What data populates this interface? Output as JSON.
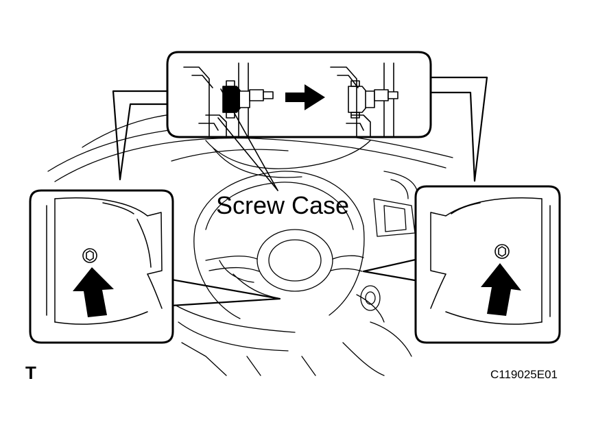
{
  "labels": {
    "callout": "Screw Case",
    "figure_code": "C119025E01",
    "corner_tag": "T"
  },
  "colors": {
    "ink": "#000000",
    "paper": "#ffffff"
  },
  "icons": {
    "move_direction": "right-arrow-icon",
    "screw_location": "up-arrow-icon"
  }
}
